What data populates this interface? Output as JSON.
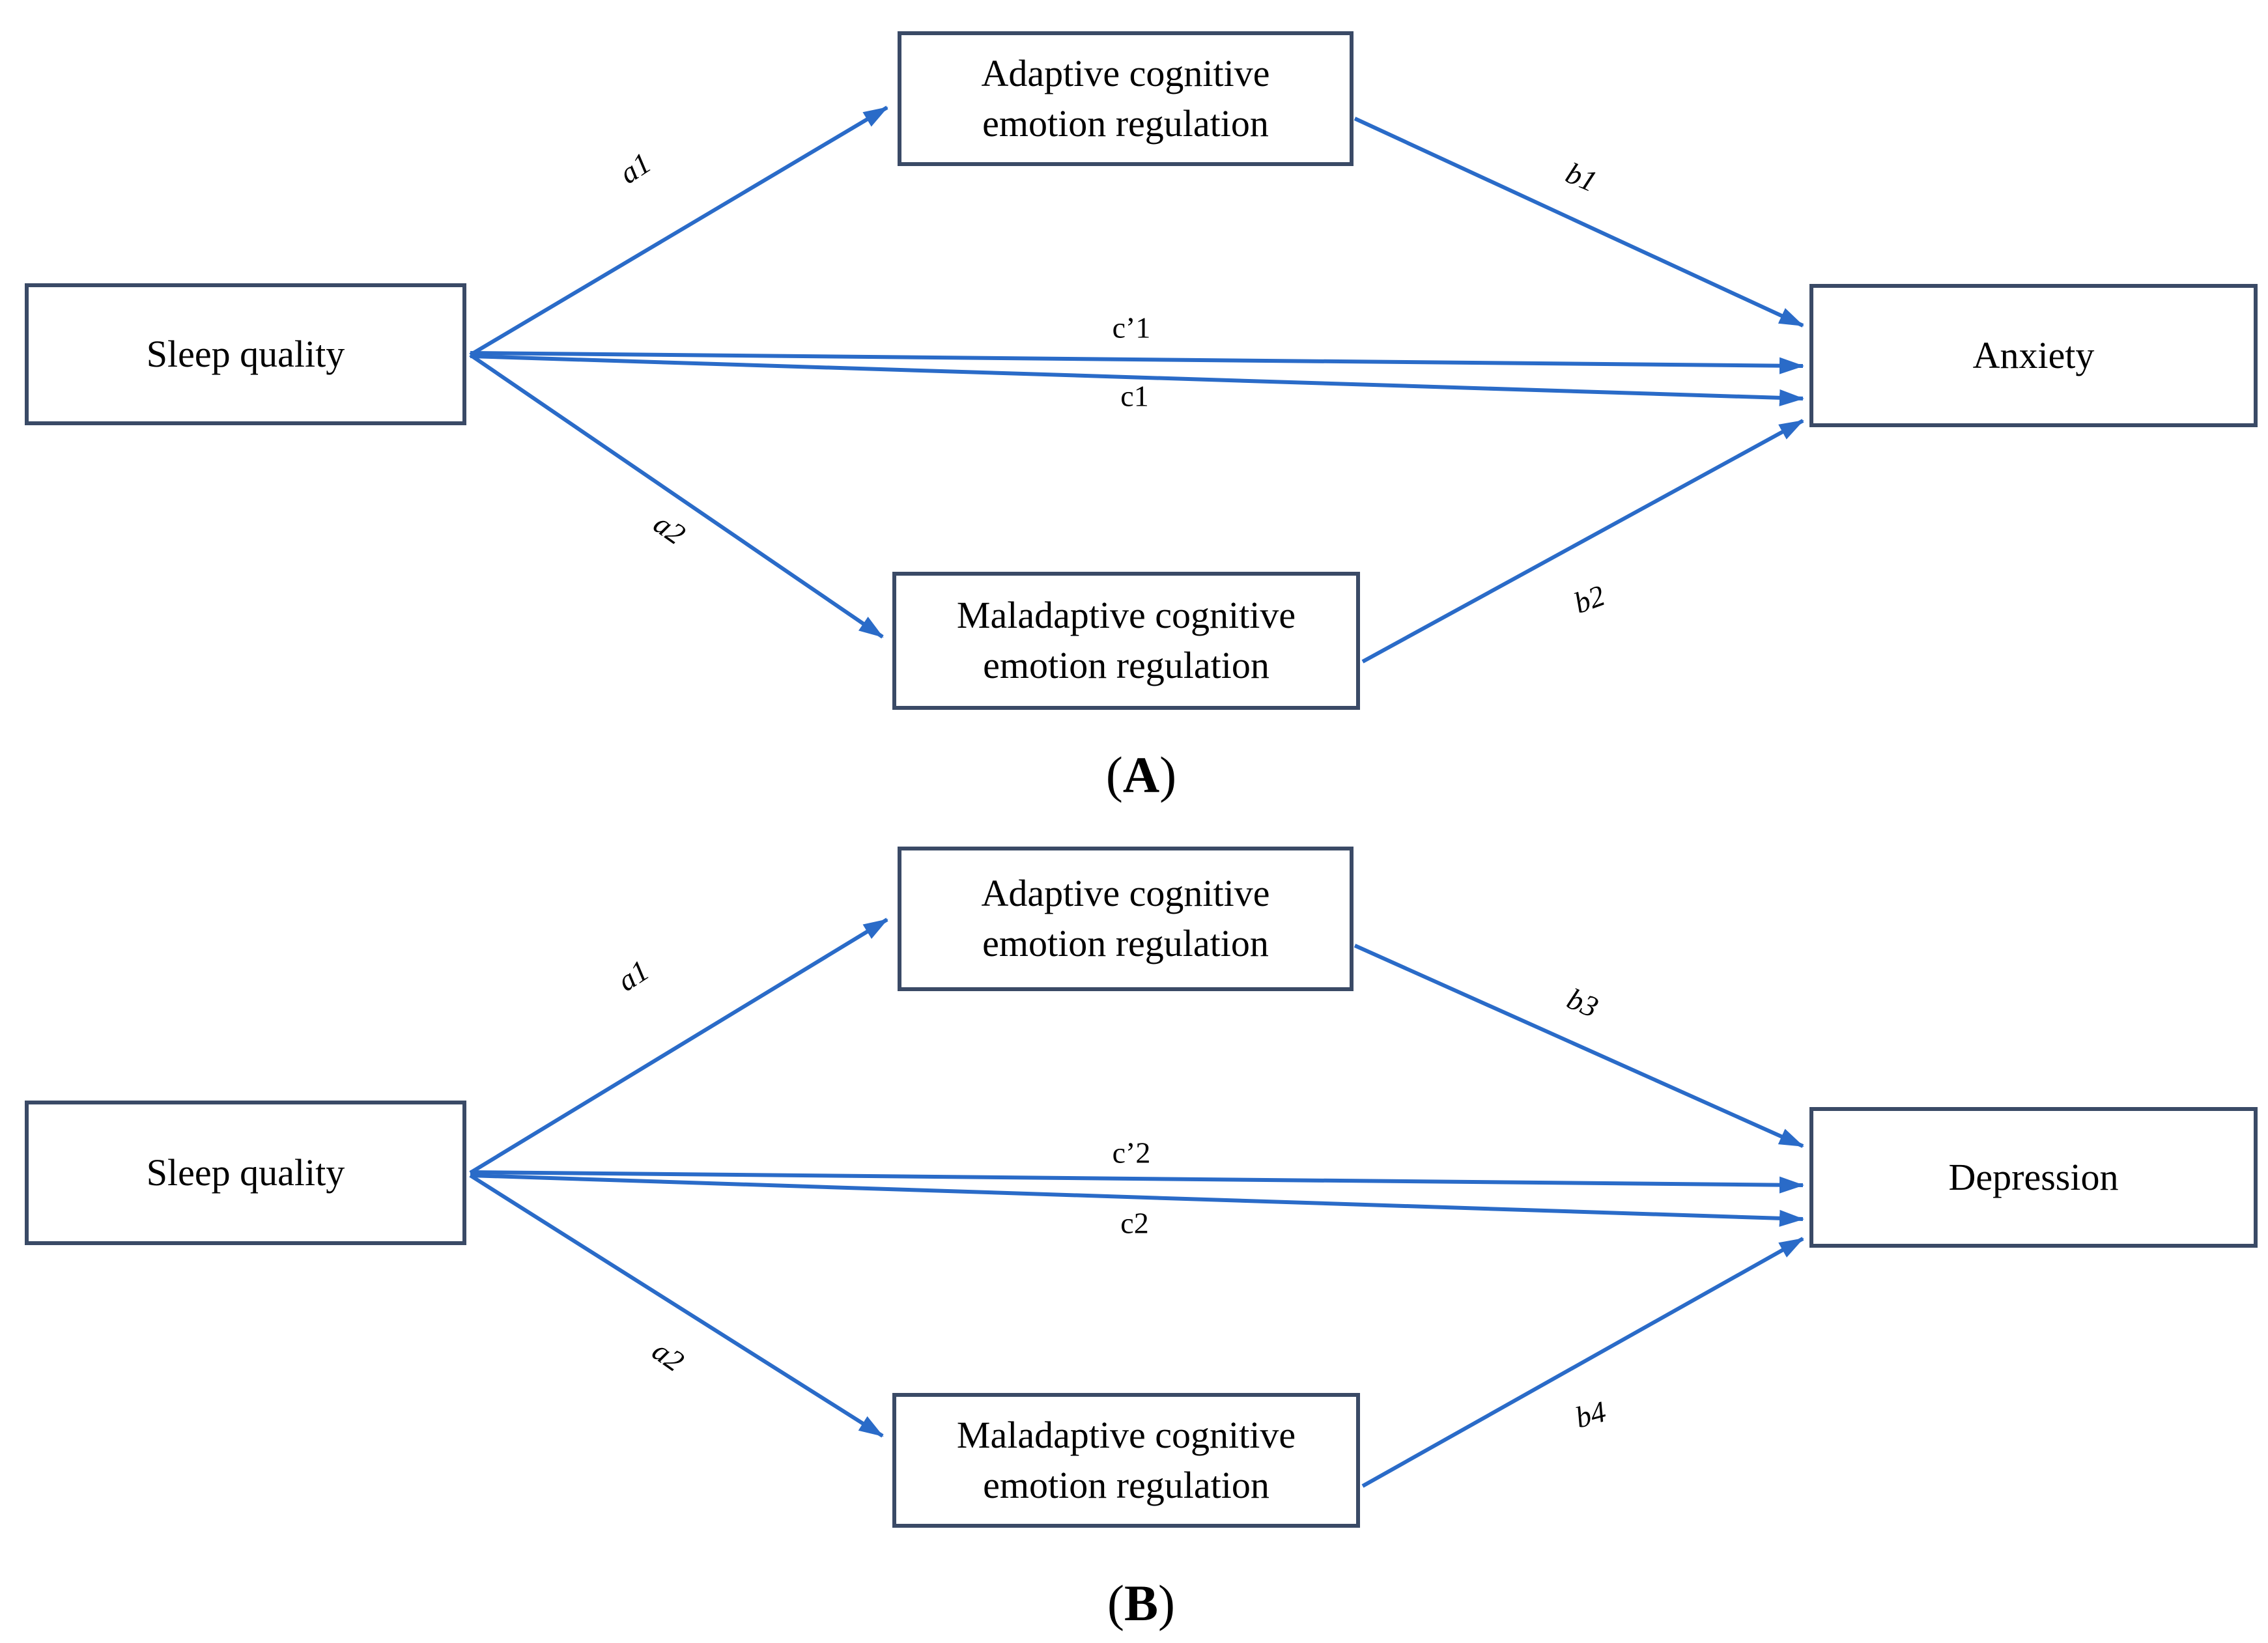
{
  "figure": {
    "panel_a": {
      "nodes": {
        "predictor": "Sleep quality",
        "mediator_top": "Adaptive cognitive emotion regulation",
        "mediator_bottom": "Maladaptive cognitive emotion regulation",
        "outcome": "Anxiety"
      },
      "path_labels": {
        "a1": "a1",
        "a2": "a2",
        "b1": "b1",
        "b2": "b2",
        "c_prime": "c’1",
        "c": "c1"
      },
      "caption": {
        "open": "(",
        "letter": "A",
        "close": ")"
      }
    },
    "panel_b": {
      "nodes": {
        "predictor": "Sleep quality",
        "mediator_top": "Adaptive cognitive emotion regulation",
        "mediator_bottom": "Maladaptive cognitive emotion regulation",
        "outcome": "Depression"
      },
      "path_labels": {
        "a1": "a1",
        "a2": "a2",
        "b3": "b3",
        "b4": "b4",
        "c_prime": "c’2",
        "c": "c2"
      },
      "caption": {
        "open": "(",
        "letter": "B",
        "close": ")"
      }
    },
    "colors": {
      "arrow_blue": "#2A6BC8",
      "box_border_navy": "#3A4A66",
      "text_black": "#000000"
    }
  }
}
